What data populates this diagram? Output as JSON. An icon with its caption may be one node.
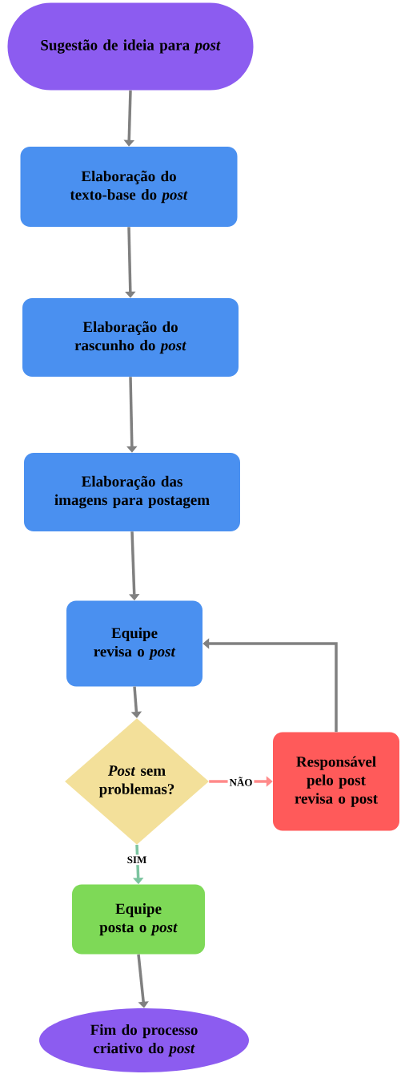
{
  "diagram": {
    "nodes": [
      {
        "text": [
          "Sugestão de ideia para *post*"
        ]
      },
      {
        "text": [
          "Elaboração do texto-base do *post*"
        ]
      },
      {
        "text": [
          "Elaboração do rascunho do *post*"
        ]
      },
      {
        "text": [
          "Elaboração das imagens para postagem"
        ]
      },
      {
        "text": [
          "Equipe revisa o *post*"
        ]
      },
      {
        "text": [
          "*Post* sem problemas?"
        ]
      },
      {
        "text": [
          "Responsável pelo post revisa o post"
        ]
      },
      {
        "text": [
          "Equipe posta o *post*"
        ]
      },
      {
        "text": [
          "Fim do processo criativo do *post*"
        ]
      }
    ],
    "edges": [
      {
        "from": 0,
        "to": 1,
        "arrow": "to"
      },
      {
        "from": 1,
        "to": 2,
        "arrow": "to"
      },
      {
        "from": 2,
        "to": 3,
        "arrow": "to"
      },
      {
        "from": 3,
        "to": 4,
        "arrow": "to"
      },
      {
        "from": 4,
        "to": 5,
        "arrow": "to"
      },
      {
        "from": 5,
        "to": 6,
        "arrow": "to",
        "label": "NÃO",
        "color": "#ff8a8a"
      },
      {
        "from": 6,
        "to": 4,
        "arrow": "to"
      },
      {
        "from": 5,
        "to": 7,
        "arrow": "to",
        "label": "SIM",
        "color": "#7cc4a0"
      },
      {
        "from": 7,
        "to": 8,
        "arrow": "to"
      }
    ]
  }
}
